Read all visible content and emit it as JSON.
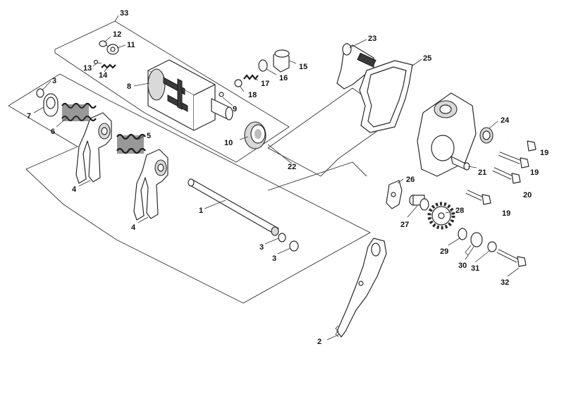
{
  "callouts": [
    {
      "id": "c33",
      "text": "33"
    },
    {
      "id": "c12",
      "text": "12"
    },
    {
      "id": "c11",
      "text": "11"
    },
    {
      "id": "c13",
      "text": "13"
    },
    {
      "id": "c14",
      "text": "14"
    },
    {
      "id": "c8",
      "text": "8"
    },
    {
      "id": "c3a",
      "text": "3"
    },
    {
      "id": "c7",
      "text": "7"
    },
    {
      "id": "c6",
      "text": "6"
    },
    {
      "id": "c5",
      "text": "5"
    },
    {
      "id": "c4a",
      "text": "4"
    },
    {
      "id": "c4b",
      "text": "4"
    },
    {
      "id": "c1",
      "text": "1"
    },
    {
      "id": "c3b",
      "text": "3"
    },
    {
      "id": "c3c",
      "text": "3"
    },
    {
      "id": "c9",
      "text": "9"
    },
    {
      "id": "c10",
      "text": "10"
    },
    {
      "id": "c18",
      "text": "18"
    },
    {
      "id": "c17",
      "text": "17"
    },
    {
      "id": "c16",
      "text": "16"
    },
    {
      "id": "c15",
      "text": "15"
    },
    {
      "id": "c22",
      "text": "22"
    },
    {
      "id": "c23",
      "text": "23"
    },
    {
      "id": "c25",
      "text": "25"
    },
    {
      "id": "c24",
      "text": "24"
    },
    {
      "id": "c19a",
      "text": "19"
    },
    {
      "id": "c19b",
      "text": "19"
    },
    {
      "id": "c21",
      "text": "21"
    },
    {
      "id": "c20",
      "text": "20"
    },
    {
      "id": "c19c",
      "text": "19"
    },
    {
      "id": "c26",
      "text": "26"
    },
    {
      "id": "c27",
      "text": "27"
    },
    {
      "id": "c28",
      "text": "28"
    },
    {
      "id": "c29",
      "text": "29"
    },
    {
      "id": "c30",
      "text": "30"
    },
    {
      "id": "c31",
      "text": "31"
    },
    {
      "id": "c32",
      "text": "32"
    },
    {
      "id": "c2",
      "text": "2"
    }
  ]
}
